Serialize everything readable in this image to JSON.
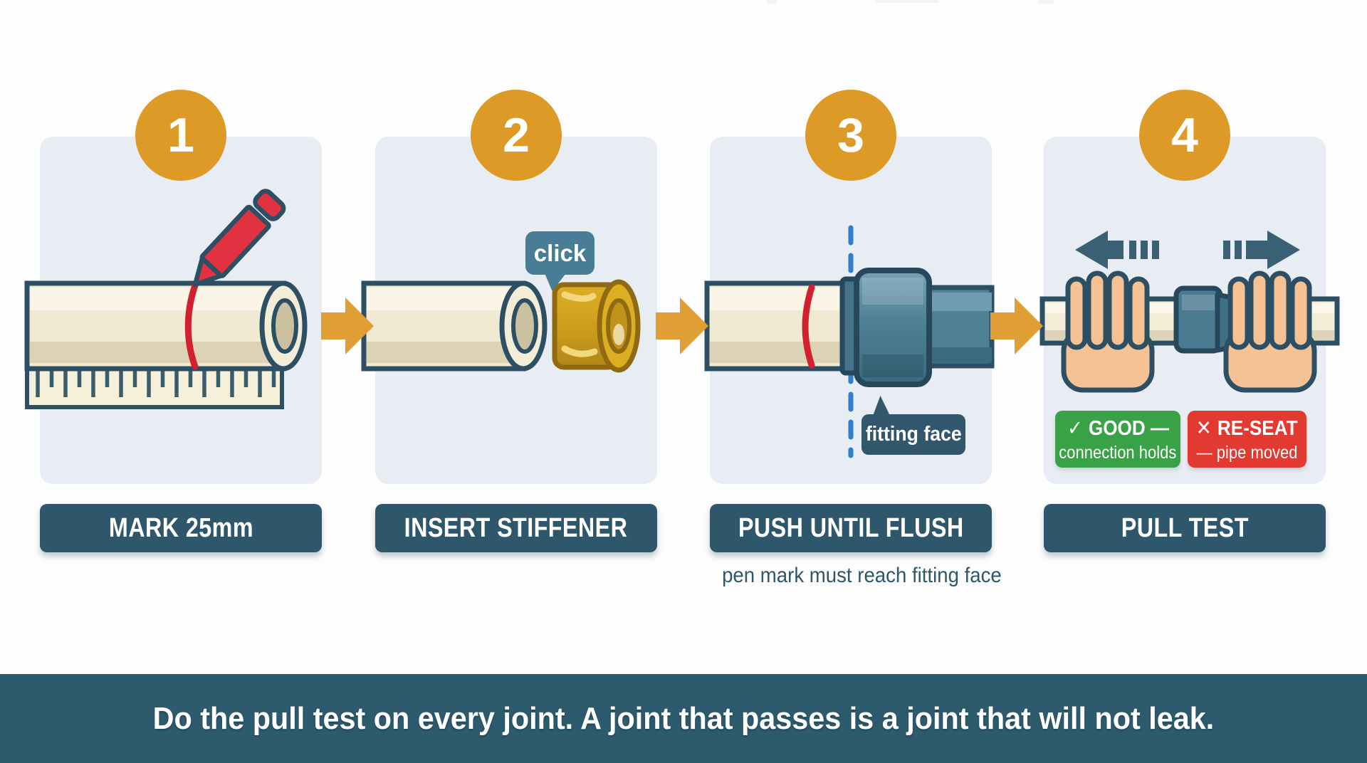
{
  "steps": [
    {
      "number": "1",
      "title": "MARK 25mm"
    },
    {
      "number": "2",
      "title": "INSERT STIFFENER",
      "bubble_label": "click"
    },
    {
      "number": "3",
      "title": "PUSH UNTIL FLUSH",
      "callout_label": "fitting face",
      "note": "pen mark must reach fitting face"
    },
    {
      "number": "4",
      "title": "PULL TEST",
      "result_good": {
        "icon": "✓",
        "heading": "GOOD —",
        "detail": "connection holds"
      },
      "result_bad": {
        "icon": "✕",
        "heading": "RE-SEAT",
        "detail": "— pipe moved"
      }
    }
  ],
  "footer": {
    "message": "Do the pull test on every joint. A joint that passes is a joint that will not leak."
  },
  "colors": {
    "accent_orange": "#dd9a26",
    "slate_outline": "#2d4f63",
    "panel_bg": "#e8edf4",
    "caption_bg": "#2e576b",
    "footer_bg": "#2d5a6c",
    "good_green": "#3aa246",
    "alert_red": "#e23a31",
    "mark_red": "#d2202f",
    "fitting_teal": "#4e8096",
    "brass_gold": "#d9a91f",
    "pipe_cream": "#f1ead2",
    "guide_blue": "#2f7fce",
    "skin": "#f6c193"
  }
}
